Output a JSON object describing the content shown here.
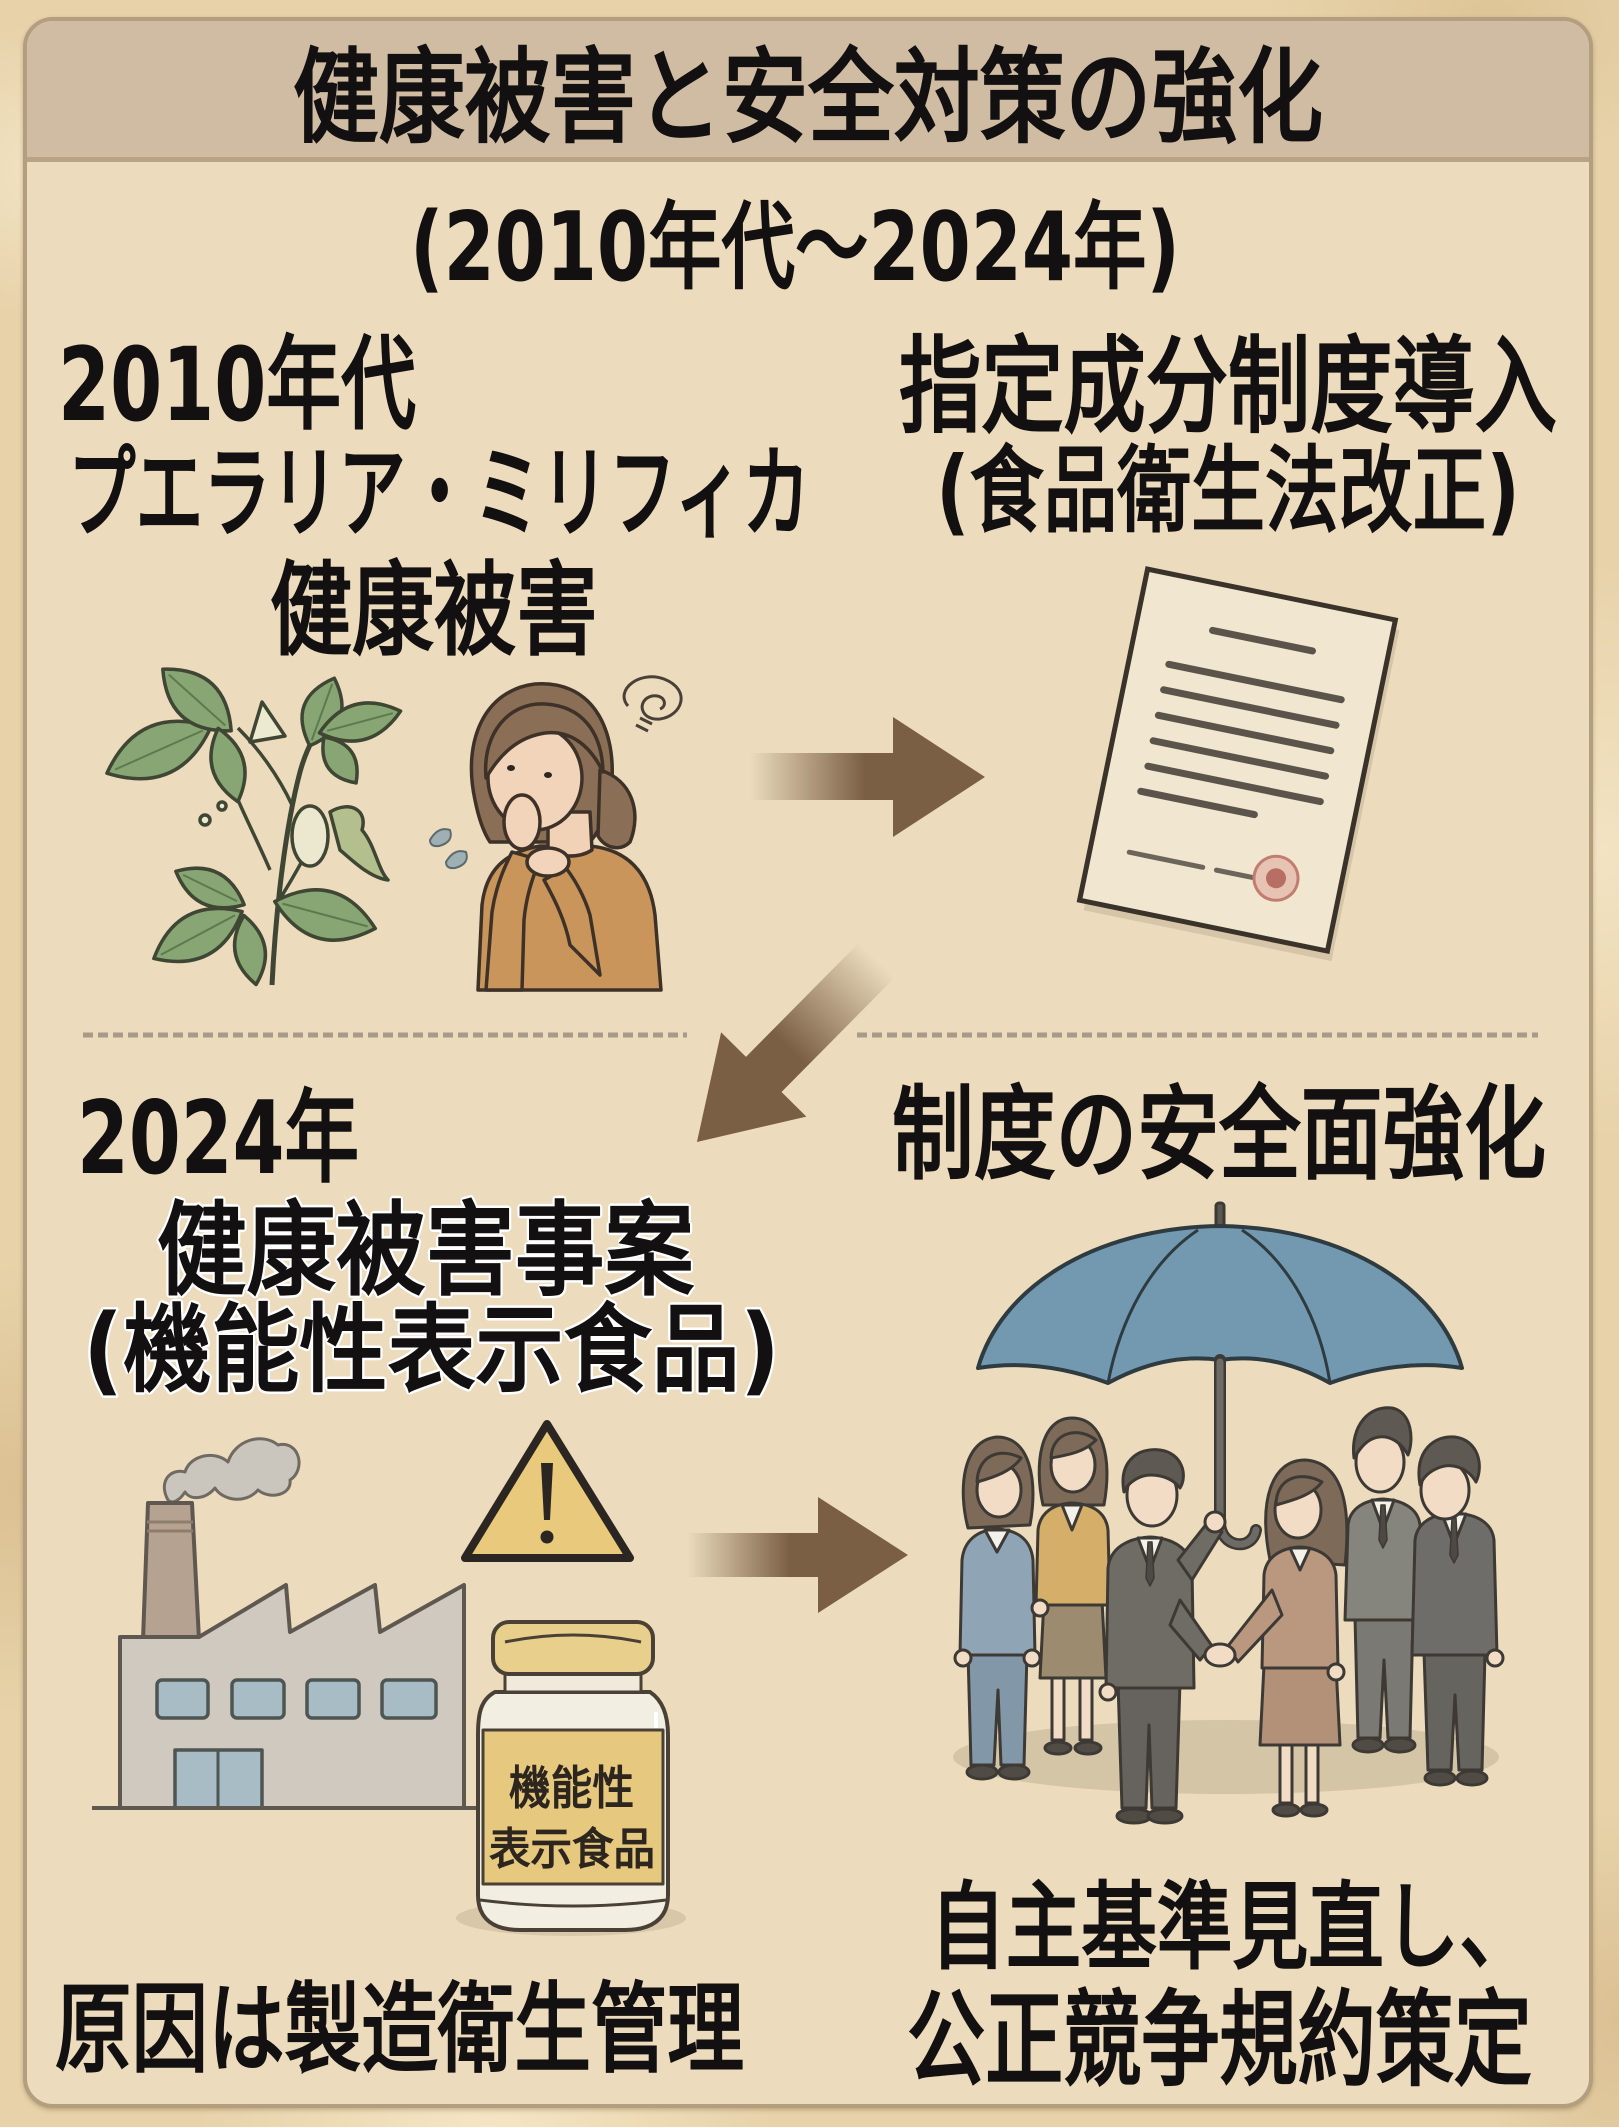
{
  "title": "健康被害と安全対策の強化",
  "period": "(2010年代〜2024年)",
  "colors": {
    "page_bg": "#e7d2a9",
    "panel_bg": "#ecdcbd",
    "panel_border": "#b39e80",
    "header_bg": "#d0bca2",
    "text": "#121010",
    "arrow": "#7b5f45",
    "divider": "#a69a88",
    "umbrella": "#7399b0",
    "warning": "#e9c97c",
    "bottle_label": "#e6c87e"
  },
  "stages": {
    "early_incident": {
      "year": "2010年代",
      "subject": "プエラリア・ミリフィカ",
      "event": "健康被害",
      "illustrations": [
        "pueraria-plant-icon",
        "sick-woman-icon",
        "dizzy-spiral-icon"
      ]
    },
    "early_response": {
      "measure": "指定成分制度導入",
      "detail": "(食品衛生法改正)",
      "illustrations": [
        "official-document-icon",
        "seal-stamp-icon"
      ]
    },
    "recent_incident": {
      "year": "2024年",
      "event": "健康被害事案",
      "category": "(機能性表示食品)",
      "cause": "原因は製造衛生管理",
      "bottle_label": {
        "line1": "機能性",
        "line2": "表示食品"
      },
      "illustrations": [
        "factory-icon",
        "warning-triangle-icon",
        "supplement-bottle-icon"
      ]
    },
    "recent_response": {
      "heading": "制度の安全面強化",
      "outcome_line1": "自主基準見直し、",
      "outcome_line2": "公正競争規約策定",
      "illustrations": [
        "umbrella-icon",
        "handshake-group-icon"
      ]
    }
  },
  "flow": [
    {
      "from": "early_incident",
      "to": "early_response",
      "direction": "right"
    },
    {
      "from": "early_response",
      "to": "recent_incident",
      "direction": "down-left"
    },
    {
      "from": "recent_incident",
      "to": "recent_response",
      "direction": "right"
    }
  ]
}
